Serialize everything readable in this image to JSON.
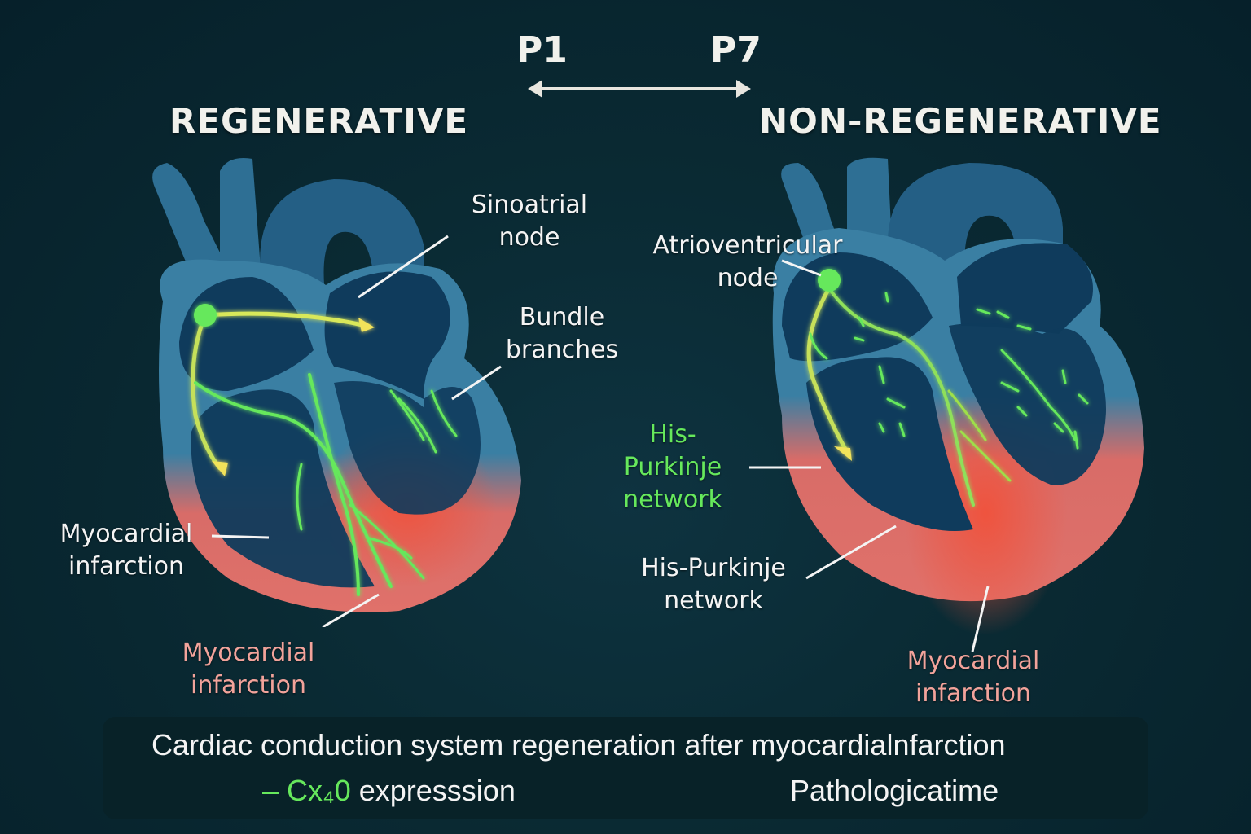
{
  "timeline": {
    "start_label": "P1",
    "end_label": "P7",
    "arrow_icon": "double-arrow-horizontal"
  },
  "panels": [
    {
      "title": "REGENERATIVE",
      "labels": {
        "sinoatrial": "Sinoatrial\nnode",
        "bundle": "Bundle\nbranches",
        "mi_left": "Myocardial\ninfarction",
        "mi_bottom": "Myocardial\ninfarction"
      }
    },
    {
      "title": "NON-REGENERATIVE",
      "labels": {
        "av_node": "Atrioventricular\nnode",
        "his_green": "His-\nPurkinje\nnetwork",
        "his_white": "His-Purkinje\nnetwork",
        "mi_bottom": "Myocardial\ninfarction"
      }
    }
  ],
  "caption": {
    "line1": "Cardiac conduction system regeneration after myocardialnfarction",
    "marker": "– Cx₄0",
    "expression": " expresssion",
    "right": "Pathologicatime"
  },
  "colors": {
    "background": "#0a2a33",
    "heart_blue": "#3a7fa3",
    "chamber_dark": "#0f3b5c",
    "conduction_green": "#66e85c",
    "signal_yellow": "#f2e25a",
    "infarct_red": "#e8584a",
    "myocardium_pink": "#e0716a"
  }
}
